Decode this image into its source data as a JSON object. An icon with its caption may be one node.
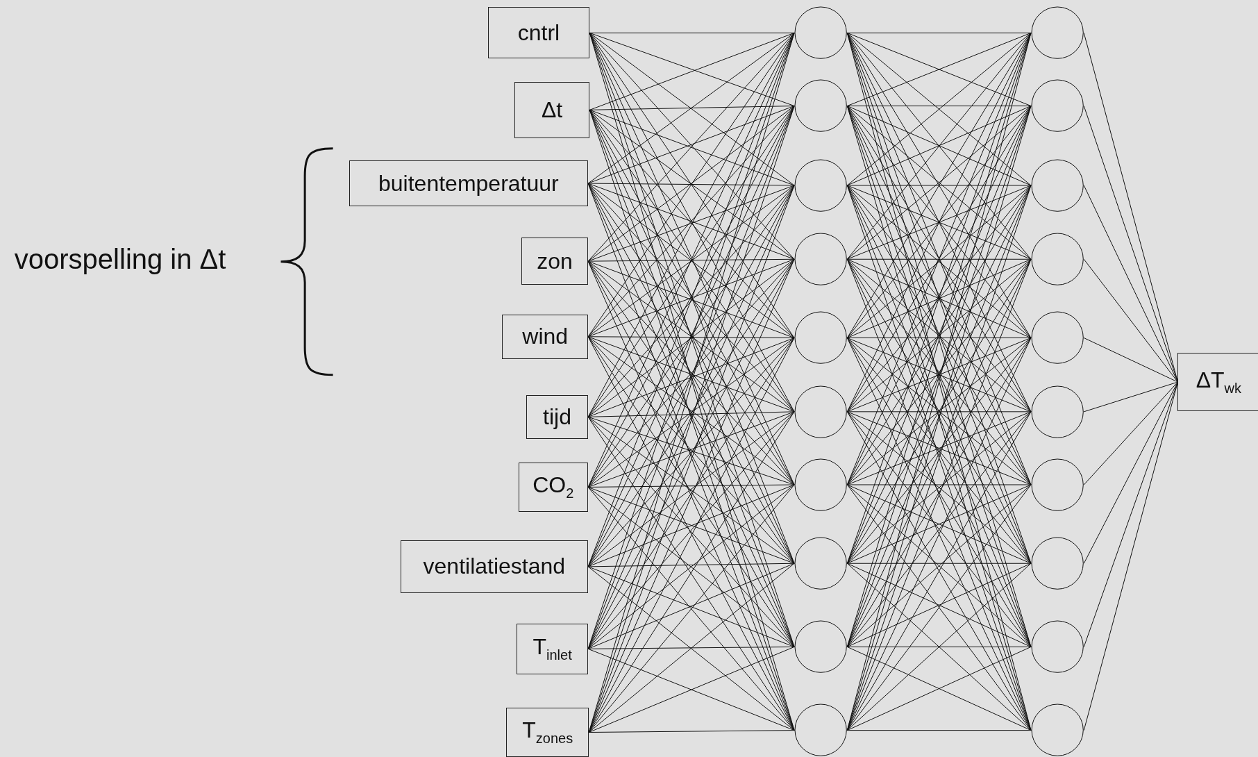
{
  "diagram": {
    "nodes": [
      {
        "text": [
          "cntrl"
        ]
      },
      {
        "text": [
          "Δt"
        ]
      },
      {
        "text": [
          "buitentemperatuur"
        ]
      },
      {
        "text": [
          "zon"
        ]
      },
      {
        "text": [
          "wind"
        ]
      },
      {
        "text": [
          "tijd"
        ]
      },
      {
        "text": [
          "CO$_{2}$"
        ]
      },
      {
        "text": [
          "ventilatiestand"
        ]
      },
      {
        "text": [
          "T$_{inlet}$"
        ]
      },
      {
        "text": [
          "T$_{zones}$"
        ]
      },
      {
        "text": [],
        "shape": "circle"
      },
      {
        "text": [],
        "shape": "circle"
      },
      {
        "text": [],
        "shape": "circle"
      },
      {
        "text": [],
        "shape": "circle"
      },
      {
        "text": [],
        "shape": "circle"
      },
      {
        "text": [],
        "shape": "circle"
      },
      {
        "text": [],
        "shape": "circle"
      },
      {
        "text": [],
        "shape": "circle"
      },
      {
        "text": [],
        "shape": "circle"
      },
      {
        "text": [],
        "shape": "circle"
      },
      {
        "text": [],
        "shape": "circle"
      },
      {
        "text": [],
        "shape": "circle"
      },
      {
        "text": [],
        "shape": "circle"
      },
      {
        "text": [],
        "shape": "circle"
      },
      {
        "text": [],
        "shape": "circle"
      },
      {
        "text": [],
        "shape": "circle"
      },
      {
        "text": [],
        "shape": "circle"
      },
      {
        "text": [],
        "shape": "circle"
      },
      {
        "text": [],
        "shape": "circle"
      },
      {
        "text": [],
        "shape": "circle"
      },
      {
        "text": [
          "ΔT$_{wk}$"
        ]
      }
    ],
    "edges": [
      {
        "from": 0,
        "to": 10,
        "arrow": "none"
      },
      {
        "from": 0,
        "to": 11,
        "arrow": "none"
      },
      {
        "from": 0,
        "to": 12,
        "arrow": "none"
      },
      {
        "from": 0,
        "to": 13,
        "arrow": "none"
      },
      {
        "from": 0,
        "to": 14,
        "arrow": "none"
      },
      {
        "from": 0,
        "to": 15,
        "arrow": "none"
      },
      {
        "from": 0,
        "to": 16,
        "arrow": "none"
      },
      {
        "from": 0,
        "to": 17,
        "arrow": "none"
      },
      {
        "from": 0,
        "to": 18,
        "arrow": "none"
      },
      {
        "from": 0,
        "to": 19,
        "arrow": "none"
      },
      {
        "from": 1,
        "to": 10,
        "arrow": "none"
      },
      {
        "from": 1,
        "to": 11,
        "arrow": "none"
      },
      {
        "from": 1,
        "to": 12,
        "arrow": "none"
      },
      {
        "from": 1,
        "to": 13,
        "arrow": "none"
      },
      {
        "from": 1,
        "to": 14,
        "arrow": "none"
      },
      {
        "from": 1,
        "to": 15,
        "arrow": "none"
      },
      {
        "from": 1,
        "to": 16,
        "arrow": "none"
      },
      {
        "from": 1,
        "to": 17,
        "arrow": "none"
      },
      {
        "from": 1,
        "to": 18,
        "arrow": "none"
      },
      {
        "from": 1,
        "to": 19,
        "arrow": "none"
      },
      {
        "from": 2,
        "to": 10,
        "arrow": "none"
      },
      {
        "from": 2,
        "to": 11,
        "arrow": "none"
      },
      {
        "from": 2,
        "to": 12,
        "arrow": "none"
      },
      {
        "from": 2,
        "to": 13,
        "arrow": "none"
      },
      {
        "from": 2,
        "to": 14,
        "arrow": "none"
      },
      {
        "from": 2,
        "to": 15,
        "arrow": "none"
      },
      {
        "from": 2,
        "to": 16,
        "arrow": "none"
      },
      {
        "from": 2,
        "to": 17,
        "arrow": "none"
      },
      {
        "from": 2,
        "to": 18,
        "arrow": "none"
      },
      {
        "from": 2,
        "to": 19,
        "arrow": "none"
      },
      {
        "from": 3,
        "to": 10,
        "arrow": "none"
      },
      {
        "from": 3,
        "to": 11,
        "arrow": "none"
      },
      {
        "from": 3,
        "to": 12,
        "arrow": "none"
      },
      {
        "from": 3,
        "to": 13,
        "arrow": "none"
      },
      {
        "from": 3,
        "to": 14,
        "arrow": "none"
      },
      {
        "from": 3,
        "to": 15,
        "arrow": "none"
      },
      {
        "from": 3,
        "to": 16,
        "arrow": "none"
      },
      {
        "from": 3,
        "to": 17,
        "arrow": "none"
      },
      {
        "from": 3,
        "to": 18,
        "arrow": "none"
      },
      {
        "from": 3,
        "to": 19,
        "arrow": "none"
      },
      {
        "from": 4,
        "to": 10,
        "arrow": "none"
      },
      {
        "from": 4,
        "to": 11,
        "arrow": "none"
      },
      {
        "from": 4,
        "to": 12,
        "arrow": "none"
      },
      {
        "from": 4,
        "to": 13,
        "arrow": "none"
      },
      {
        "from": 4,
        "to": 14,
        "arrow": "none"
      },
      {
        "from": 4,
        "to": 15,
        "arrow": "none"
      },
      {
        "from": 4,
        "to": 16,
        "arrow": "none"
      },
      {
        "from": 4,
        "to": 17,
        "arrow": "none"
      },
      {
        "from": 4,
        "to": 18,
        "arrow": "none"
      },
      {
        "from": 4,
        "to": 19,
        "arrow": "none"
      },
      {
        "from": 5,
        "to": 10,
        "arrow": "none"
      },
      {
        "from": 5,
        "to": 11,
        "arrow": "none"
      },
      {
        "from": 5,
        "to": 12,
        "arrow": "none"
      },
      {
        "from": 5,
        "to": 13,
        "arrow": "none"
      },
      {
        "from": 5,
        "to": 14,
        "arrow": "none"
      },
      {
        "from": 5,
        "to": 15,
        "arrow": "none"
      },
      {
        "from": 5,
        "to": 16,
        "arrow": "none"
      },
      {
        "from": 5,
        "to": 17,
        "arrow": "none"
      },
      {
        "from": 5,
        "to": 18,
        "arrow": "none"
      },
      {
        "from": 5,
        "to": 19,
        "arrow": "none"
      },
      {
        "from": 6,
        "to": 10,
        "arrow": "none"
      },
      {
        "from": 6,
        "to": 11,
        "arrow": "none"
      },
      {
        "from": 6,
        "to": 12,
        "arrow": "none"
      },
      {
        "from": 6,
        "to": 13,
        "arrow": "none"
      },
      {
        "from": 6,
        "to": 14,
        "arrow": "none"
      },
      {
        "from": 6,
        "to": 15,
        "arrow": "none"
      },
      {
        "from": 6,
        "to": 16,
        "arrow": "none"
      },
      {
        "from": 6,
        "to": 17,
        "arrow": "none"
      },
      {
        "from": 6,
        "to": 18,
        "arrow": "none"
      },
      {
        "from": 6,
        "to": 19,
        "arrow": "none"
      },
      {
        "from": 7,
        "to": 10,
        "arrow": "none"
      },
      {
        "from": 7,
        "to": 11,
        "arrow": "none"
      },
      {
        "from": 7,
        "to": 12,
        "arrow": "none"
      },
      {
        "from": 7,
        "to": 13,
        "arrow": "none"
      },
      {
        "from": 7,
        "to": 14,
        "arrow": "none"
      },
      {
        "from": 7,
        "to": 15,
        "arrow": "none"
      },
      {
        "from": 7,
        "to": 16,
        "arrow": "none"
      },
      {
        "from": 7,
        "to": 17,
        "arrow": "none"
      },
      {
        "from": 7,
        "to": 18,
        "arrow": "none"
      },
      {
        "from": 7,
        "to": 19,
        "arrow": "none"
      },
      {
        "from": 8,
        "to": 10,
        "arrow": "none"
      },
      {
        "from": 8,
        "to": 11,
        "arrow": "none"
      },
      {
        "from": 8,
        "to": 12,
        "arrow": "none"
      },
      {
        "from": 8,
        "to": 13,
        "arrow": "none"
      },
      {
        "from": 8,
        "to": 14,
        "arrow": "none"
      },
      {
        "from": 8,
        "to": 15,
        "arrow": "none"
      },
      {
        "from": 8,
        "to": 16,
        "arrow": "none"
      },
      {
        "from": 8,
        "to": 17,
        "arrow": "none"
      },
      {
        "from": 8,
        "to": 18,
        "arrow": "none"
      },
      {
        "from": 8,
        "to": 19,
        "arrow": "none"
      },
      {
        "from": 9,
        "to": 10,
        "arrow": "none"
      },
      {
        "from": 9,
        "to": 11,
        "arrow": "none"
      },
      {
        "from": 9,
        "to": 12,
        "arrow": "none"
      },
      {
        "from": 9,
        "to": 13,
        "arrow": "none"
      },
      {
        "from": 9,
        "to": 14,
        "arrow": "none"
      },
      {
        "from": 9,
        "to": 15,
        "arrow": "none"
      },
      {
        "from": 9,
        "to": 16,
        "arrow": "none"
      },
      {
        "from": 9,
        "to": 17,
        "arrow": "none"
      },
      {
        "from": 9,
        "to": 18,
        "arrow": "none"
      },
      {
        "from": 9,
        "to": 19,
        "arrow": "none"
      },
      {
        "from": 10,
        "to": 20,
        "arrow": "none"
      },
      {
        "from": 10,
        "to": 21,
        "arrow": "none"
      },
      {
        "from": 10,
        "to": 22,
        "arrow": "none"
      },
      {
        "from": 10,
        "to": 23,
        "arrow": "none"
      },
      {
        "from": 10,
        "to": 24,
        "arrow": "none"
      },
      {
        "from": 10,
        "to": 25,
        "arrow": "none"
      },
      {
        "from": 10,
        "to": 26,
        "arrow": "none"
      },
      {
        "from": 10,
        "to": 27,
        "arrow": "none"
      },
      {
        "from": 10,
        "to": 28,
        "arrow": "none"
      },
      {
        "from": 10,
        "to": 29,
        "arrow": "none"
      },
      {
        "from": 11,
        "to": 20,
        "arrow": "none"
      },
      {
        "from": 11,
        "to": 21,
        "arrow": "none"
      },
      {
        "from": 11,
        "to": 22,
        "arrow": "none"
      },
      {
        "from": 11,
        "to": 23,
        "arrow": "none"
      },
      {
        "from": 11,
        "to": 24,
        "arrow": "none"
      },
      {
        "from": 11,
        "to": 25,
        "arrow": "none"
      },
      {
        "from": 11,
        "to": 26,
        "arrow": "none"
      },
      {
        "from": 11,
        "to": 27,
        "arrow": "none"
      },
      {
        "from": 11,
        "to": 28,
        "arrow": "none"
      },
      {
        "from": 11,
        "to": 29,
        "arrow": "none"
      },
      {
        "from": 12,
        "to": 20,
        "arrow": "none"
      },
      {
        "from": 12,
        "to": 21,
        "arrow": "none"
      },
      {
        "from": 12,
        "to": 22,
        "arrow": "none"
      },
      {
        "from": 12,
        "to": 23,
        "arrow": "none"
      },
      {
        "from": 12,
        "to": 24,
        "arrow": "none"
      },
      {
        "from": 12,
        "to": 25,
        "arrow": "none"
      },
      {
        "from": 12,
        "to": 26,
        "arrow": "none"
      },
      {
        "from": 12,
        "to": 27,
        "arrow": "none"
      },
      {
        "from": 12,
        "to": 28,
        "arrow": "none"
      },
      {
        "from": 12,
        "to": 29,
        "arrow": "none"
      },
      {
        "from": 13,
        "to": 20,
        "arrow": "none"
      },
      {
        "from": 13,
        "to": 21,
        "arrow": "none"
      },
      {
        "from": 13,
        "to": 22,
        "arrow": "none"
      },
      {
        "from": 13,
        "to": 23,
        "arrow": "none"
      },
      {
        "from": 13,
        "to": 24,
        "arrow": "none"
      },
      {
        "from": 13,
        "to": 25,
        "arrow": "none"
      },
      {
        "from": 13,
        "to": 26,
        "arrow": "none"
      },
      {
        "from": 13,
        "to": 27,
        "arrow": "none"
      },
      {
        "from": 13,
        "to": 28,
        "arrow": "none"
      },
      {
        "from": 13,
        "to": 29,
        "arrow": "none"
      },
      {
        "from": 14,
        "to": 20,
        "arrow": "none"
      },
      {
        "from": 14,
        "to": 21,
        "arrow": "none"
      },
      {
        "from": 14,
        "to": 22,
        "arrow": "none"
      },
      {
        "from": 14,
        "to": 23,
        "arrow": "none"
      },
      {
        "from": 14,
        "to": 24,
        "arrow": "none"
      },
      {
        "from": 14,
        "to": 25,
        "arrow": "none"
      },
      {
        "from": 14,
        "to": 26,
        "arrow": "none"
      },
      {
        "from": 14,
        "to": 27,
        "arrow": "none"
      },
      {
        "from": 14,
        "to": 28,
        "arrow": "none"
      },
      {
        "from": 14,
        "to": 29,
        "arrow": "none"
      },
      {
        "from": 15,
        "to": 20,
        "arrow": "none"
      },
      {
        "from": 15,
        "to": 21,
        "arrow": "none"
      },
      {
        "from": 15,
        "to": 22,
        "arrow": "none"
      },
      {
        "from": 15,
        "to": 23,
        "arrow": "none"
      },
      {
        "from": 15,
        "to": 24,
        "arrow": "none"
      },
      {
        "from": 15,
        "to": 25,
        "arrow": "none"
      },
      {
        "from": 15,
        "to": 26,
        "arrow": "none"
      },
      {
        "from": 15,
        "to": 27,
        "arrow": "none"
      },
      {
        "from": 15,
        "to": 28,
        "arrow": "none"
      },
      {
        "from": 15,
        "to": 29,
        "arrow": "none"
      },
      {
        "from": 16,
        "to": 20,
        "arrow": "none"
      },
      {
        "from": 16,
        "to": 21,
        "arrow": "none"
      },
      {
        "from": 16,
        "to": 22,
        "arrow": "none"
      },
      {
        "from": 16,
        "to": 23,
        "arrow": "none"
      },
      {
        "from": 16,
        "to": 24,
        "arrow": "none"
      },
      {
        "from": 16,
        "to": 25,
        "arrow": "none"
      },
      {
        "from": 16,
        "to": 26,
        "arrow": "none"
      },
      {
        "from": 16,
        "to": 27,
        "arrow": "none"
      },
      {
        "from": 16,
        "to": 28,
        "arrow": "none"
      },
      {
        "from": 16,
        "to": 29,
        "arrow": "none"
      },
      {
        "from": 17,
        "to": 20,
        "arrow": "none"
      },
      {
        "from": 17,
        "to": 21,
        "arrow": "none"
      },
      {
        "from": 17,
        "to": 22,
        "arrow": "none"
      },
      {
        "from": 17,
        "to": 23,
        "arrow": "none"
      },
      {
        "from": 17,
        "to": 24,
        "arrow": "none"
      },
      {
        "from": 17,
        "to": 25,
        "arrow": "none"
      },
      {
        "from": 17,
        "to": 26,
        "arrow": "none"
      },
      {
        "from": 17,
        "to": 27,
        "arrow": "none"
      },
      {
        "from": 17,
        "to": 28,
        "arrow": "none"
      },
      {
        "from": 17,
        "to": 29,
        "arrow": "none"
      },
      {
        "from": 18,
        "to": 20,
        "arrow": "none"
      },
      {
        "from": 18,
        "to": 21,
        "arrow": "none"
      },
      {
        "from": 18,
        "to": 22,
        "arrow": "none"
      },
      {
        "from": 18,
        "to": 23,
        "arrow": "none"
      },
      {
        "from": 18,
        "to": 24,
        "arrow": "none"
      },
      {
        "from": 18,
        "to": 25,
        "arrow": "none"
      },
      {
        "from": 18,
        "to": 26,
        "arrow": "none"
      },
      {
        "from": 18,
        "to": 27,
        "arrow": "none"
      },
      {
        "from": 18,
        "to": 28,
        "arrow": "none"
      },
      {
        "from": 18,
        "to": 29,
        "arrow": "none"
      },
      {
        "from": 19,
        "to": 20,
        "arrow": "none"
      },
      {
        "from": 19,
        "to": 21,
        "arrow": "none"
      },
      {
        "from": 19,
        "to": 22,
        "arrow": "none"
      },
      {
        "from": 19,
        "to": 23,
        "arrow": "none"
      },
      {
        "from": 19,
        "to": 24,
        "arrow": "none"
      },
      {
        "from": 19,
        "to": 25,
        "arrow": "none"
      },
      {
        "from": 19,
        "to": 26,
        "arrow": "none"
      },
      {
        "from": 19,
        "to": 27,
        "arrow": "none"
      },
      {
        "from": 19,
        "to": 28,
        "arrow": "none"
      },
      {
        "from": 19,
        "to": 29,
        "arrow": "none"
      },
      {
        "from": 20,
        "to": 30,
        "arrow": "none"
      },
      {
        "from": 21,
        "to": 30,
        "arrow": "none"
      },
      {
        "from": 22,
        "to": 30,
        "arrow": "none"
      },
      {
        "from": 23,
        "to": 30,
        "arrow": "none"
      },
      {
        "from": 24,
        "to": 30,
        "arrow": "none"
      },
      {
        "from": 25,
        "to": 30,
        "arrow": "none"
      },
      {
        "from": 26,
        "to": 30,
        "arrow": "none"
      },
      {
        "from": 27,
        "to": 30,
        "arrow": "none"
      },
      {
        "from": 28,
        "to": 30,
        "arrow": "none"
      },
      {
        "from": 29,
        "to": 30,
        "arrow": "none"
      }
    ],
    "labels": [
      "voorspelling in Δt"
    ]
  }
}
